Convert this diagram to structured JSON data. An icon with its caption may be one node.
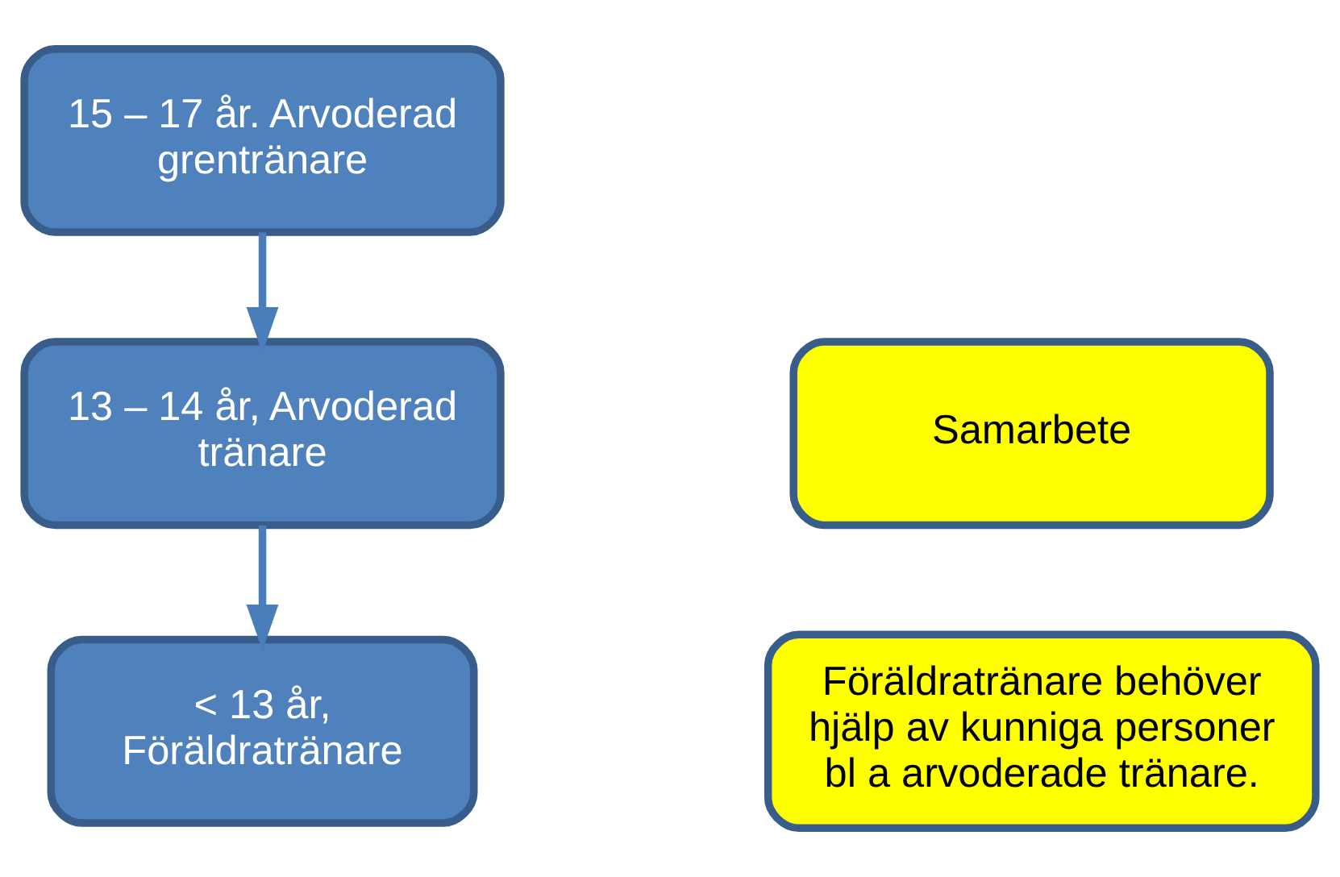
{
  "diagram": {
    "nodes": [
      {
        "text": [
          "15 – 17 år. Arvoderad grentränare"
        ]
      },
      {
        "text": [
          "13 – 14 år, Arvoderad tränare"
        ]
      },
      {
        "text": [
          "< 13 år, Föräldratränare"
        ]
      },
      {
        "text": [
          "Samarbete"
        ]
      },
      {
        "text": [
          "Föräldratränare behöver hjälp av kunniga personer bl a arvoderade tränare."
        ]
      }
    ],
    "edges": [
      {
        "from": 0,
        "to": 1,
        "arrow": "to"
      },
      {
        "from": 1,
        "to": 2,
        "arrow": "to"
      }
    ]
  }
}
